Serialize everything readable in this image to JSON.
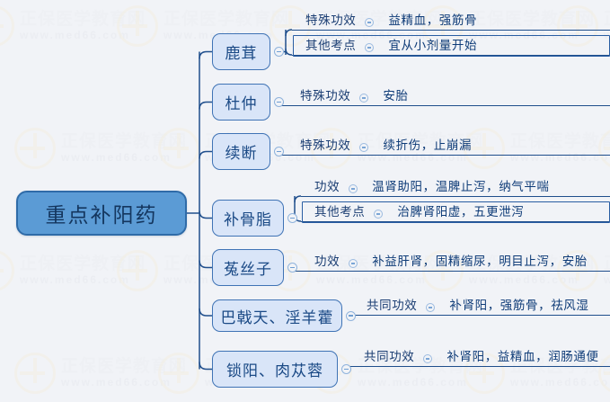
{
  "meta": {
    "title": "重点补阳药",
    "background_color": "#f1f3f7",
    "root_color": "#5b9bd5",
    "branch_color": "#d9e5f8",
    "line_color": "#1f4e8c"
  },
  "watermark": {
    "brand": "正保医学教育网",
    "url": "www.med66.com",
    "logo_icon": "circle-cross-logo-icon"
  },
  "root": {
    "label": "重点补阳药"
  },
  "branches": [
    {
      "label": "鹿茸",
      "toggle_icon": "collapse-minus-icon",
      "leaves": [
        {
          "key": "特殊功效",
          "toggle_icon": "collapse-minus-icon",
          "value": "益精血，强筋骨",
          "selected": false
        },
        {
          "key": "其他考点",
          "toggle_icon": "collapse-minus-icon",
          "value": "宜从小剂量开始",
          "selected": true
        }
      ]
    },
    {
      "label": "杜仲",
      "toggle_icon": "collapse-minus-icon",
      "leaves": [
        {
          "key": "特殊功效",
          "toggle_icon": "collapse-minus-icon",
          "value": "安胎",
          "selected": false
        }
      ]
    },
    {
      "label": "续断",
      "toggle_icon": "collapse-minus-icon",
      "leaves": [
        {
          "key": "特殊功效",
          "toggle_icon": "collapse-minus-icon",
          "value": "续折伤，止崩漏",
          "selected": false
        }
      ]
    },
    {
      "label": "补骨脂",
      "toggle_icon": "collapse-minus-icon",
      "leaves": [
        {
          "key": "功效",
          "toggle_icon": "collapse-minus-icon",
          "value": "温肾助阳，温脾止泻，纳气平喘",
          "selected": false
        },
        {
          "key": "其他考点",
          "toggle_icon": "collapse-minus-icon",
          "value": "治脾肾阳虚，五更泄泻",
          "selected": true
        }
      ]
    },
    {
      "label": "菟丝子",
      "toggle_icon": "collapse-minus-icon",
      "leaves": [
        {
          "key": "功效",
          "toggle_icon": "collapse-minus-icon",
          "value": "补益肝肾，固精缩尿，明目止泻，安胎",
          "selected": false
        }
      ]
    },
    {
      "label": "巴戟天、淫羊藿",
      "toggle_icon": "collapse-minus-icon",
      "leaves": [
        {
          "key": "共同功效",
          "toggle_icon": "collapse-minus-icon",
          "value": "补肾阳，强筋骨，祛风湿",
          "selected": false
        }
      ]
    },
    {
      "label": "锁阳、肉苁蓉",
      "toggle_icon": "collapse-minus-icon",
      "leaves": [
        {
          "key": "共同功效",
          "toggle_icon": "collapse-minus-icon",
          "value": "补肾阳，益精血，润肠通便",
          "selected": false
        }
      ]
    }
  ]
}
